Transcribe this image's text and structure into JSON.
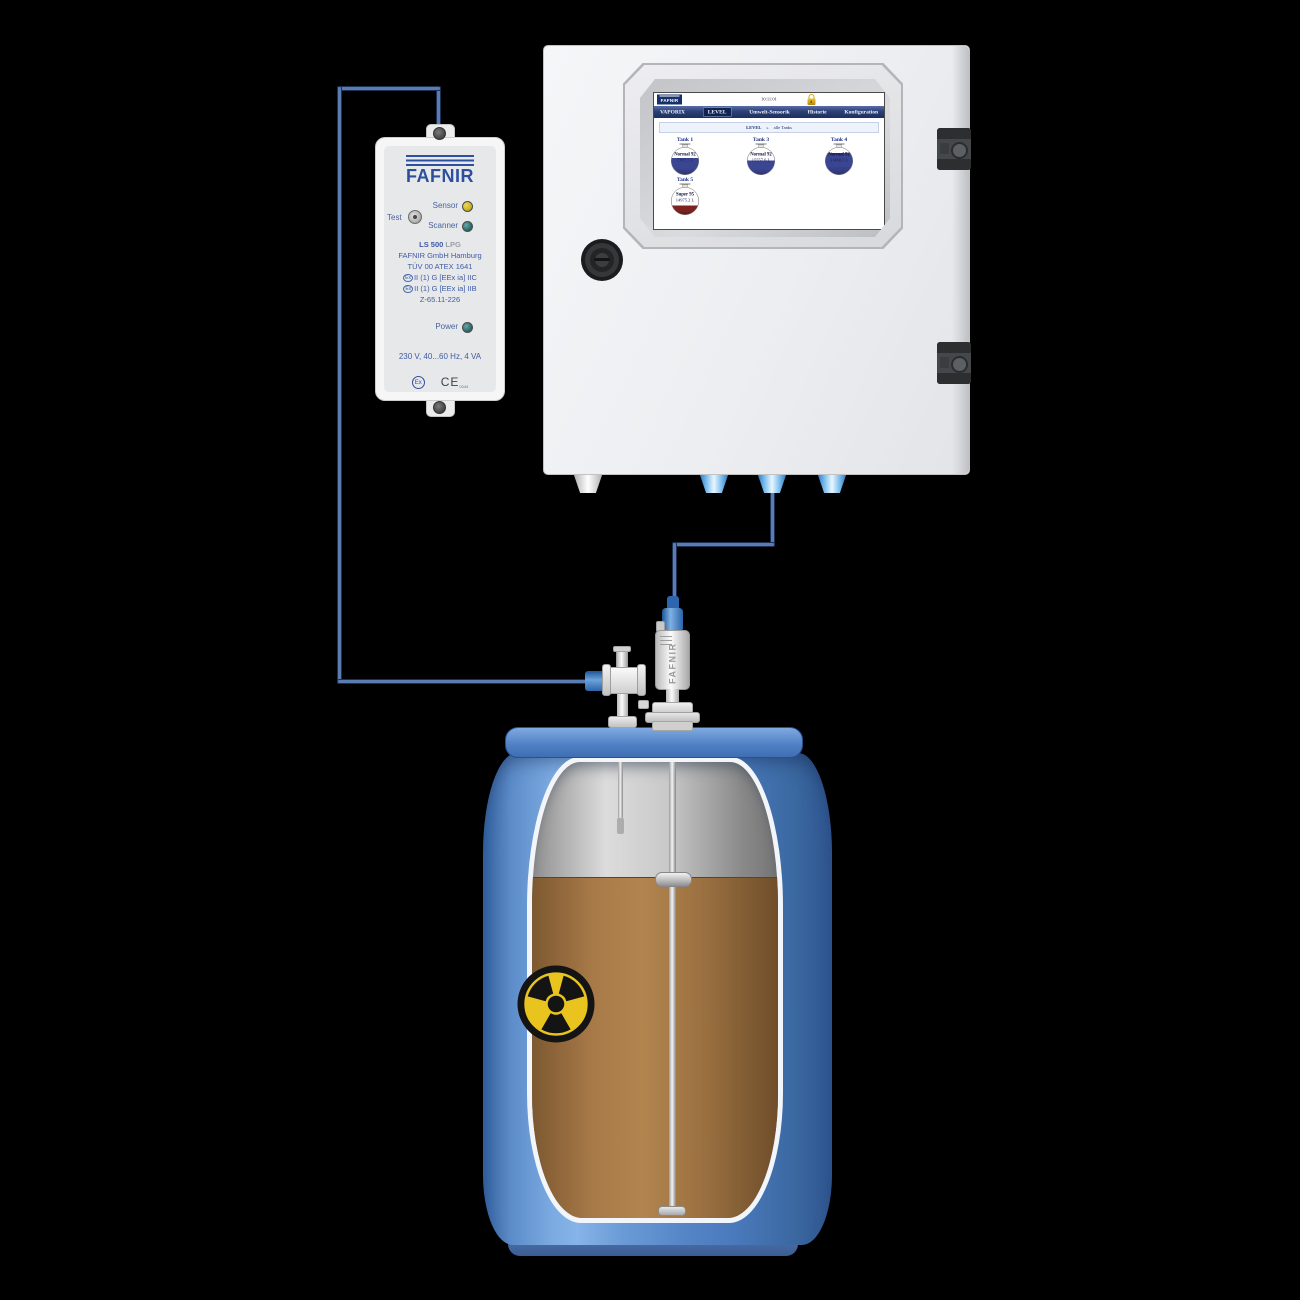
{
  "monitor": {
    "brand": "FAFNIR",
    "sensor_led_label": "Sensor",
    "test_label": "Test",
    "scanner_led_label": "Scanner",
    "power_led_label": "Power",
    "model": "LS 500",
    "variant": "LPG",
    "info_lines": [
      {
        "text": "FAFNIR GmbH Hamburg"
      },
      {
        "text": "TÜV 00 ATEX 1641"
      },
      {
        "ex": true,
        "text": "II (1) G [EEx ia] IIC"
      },
      {
        "ex": true,
        "text": "II (1) G [EEx ia] IIB"
      },
      {
        "text": "Z-65.11-226"
      }
    ],
    "power_rating": "230 V, 40...60 Hz, 4 VA",
    "ex_chip": "Ex",
    "ex_mark": "Ex",
    "ce_mark": "CE",
    "ce_number": "0044"
  },
  "cabinet": {
    "screen": {
      "brand": "FAFNIR",
      "time": "10:11:01",
      "lock_icon": "padlock-closed",
      "nav_items": [
        {
          "label": "VAPORIX",
          "active": false
        },
        {
          "label": "LEVEL",
          "active": true
        },
        {
          "label": "Umwelt-Sensorik",
          "active": false
        },
        {
          "label": "Historie",
          "active": false
        },
        {
          "label": "Konfiguration",
          "active": false
        }
      ],
      "breadcrumb": {
        "section": "LEVEL",
        "separator": "»",
        "target": "alle Tanks"
      },
      "tanks": [
        {
          "name": "Tank 1",
          "product": "Normal 92",
          "volume": "7787.7 L",
          "fill_percent": 62,
          "fill_color": "#3b4693",
          "row": 1,
          "col": 1
        },
        {
          "name": "Tank 3",
          "product": "Normal 92",
          "volume": "15557.6 L",
          "fill_percent": 52,
          "fill_color": "#3b4693",
          "row": 1,
          "col": 2
        },
        {
          "name": "Tank 4",
          "product": "Normal 92",
          "volume": "31460.5 L",
          "fill_percent": 80,
          "fill_color": "#3b4693",
          "row": 1,
          "col": 3
        },
        {
          "name": "Tank 5",
          "product": "Super 95",
          "volume": "14975.2 L",
          "fill_percent": 34,
          "fill_color": "#7c2322",
          "row": 2,
          "col": 1
        }
      ]
    }
  },
  "probe": {
    "brand": "FAFNIR"
  },
  "colors": {
    "wire_blue": "#5b7cb0",
    "barrel_blue": "#5585c6",
    "liquid_brown": "#a87a48",
    "tank_fill_blue": "#3b4693",
    "tank_fill_red": "#7c2322",
    "led_yellow": "#c9b51f",
    "led_teal": "#2f6b6b",
    "nav_navy": "#243b72",
    "radiation_yellow": "#e9c41f"
  }
}
